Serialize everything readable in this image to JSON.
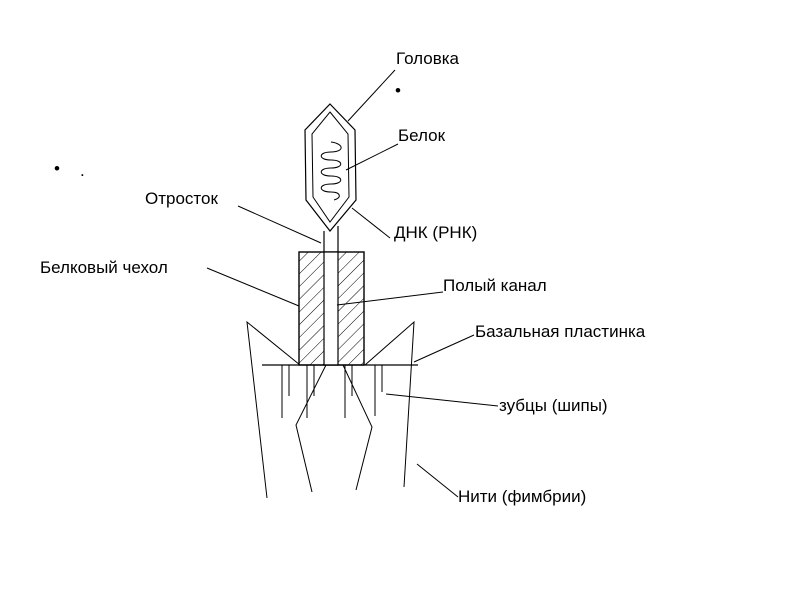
{
  "labels": {
    "head": "Головка",
    "protein": "Белок",
    "process": "Отросток",
    "dna": "ДНК (РНК)",
    "sheath": "Белковый чехол",
    "channel": "Полый канал",
    "baseplate": "Базальная пластинка",
    "spikes": "зубцы (шипы)",
    "fibers": "Нити (фимбрии)"
  },
  "marks": {
    "dot_small": "•",
    "dot_big": "•",
    "period": "."
  },
  "colors": {
    "line": "#000000",
    "background": "#ffffff"
  }
}
